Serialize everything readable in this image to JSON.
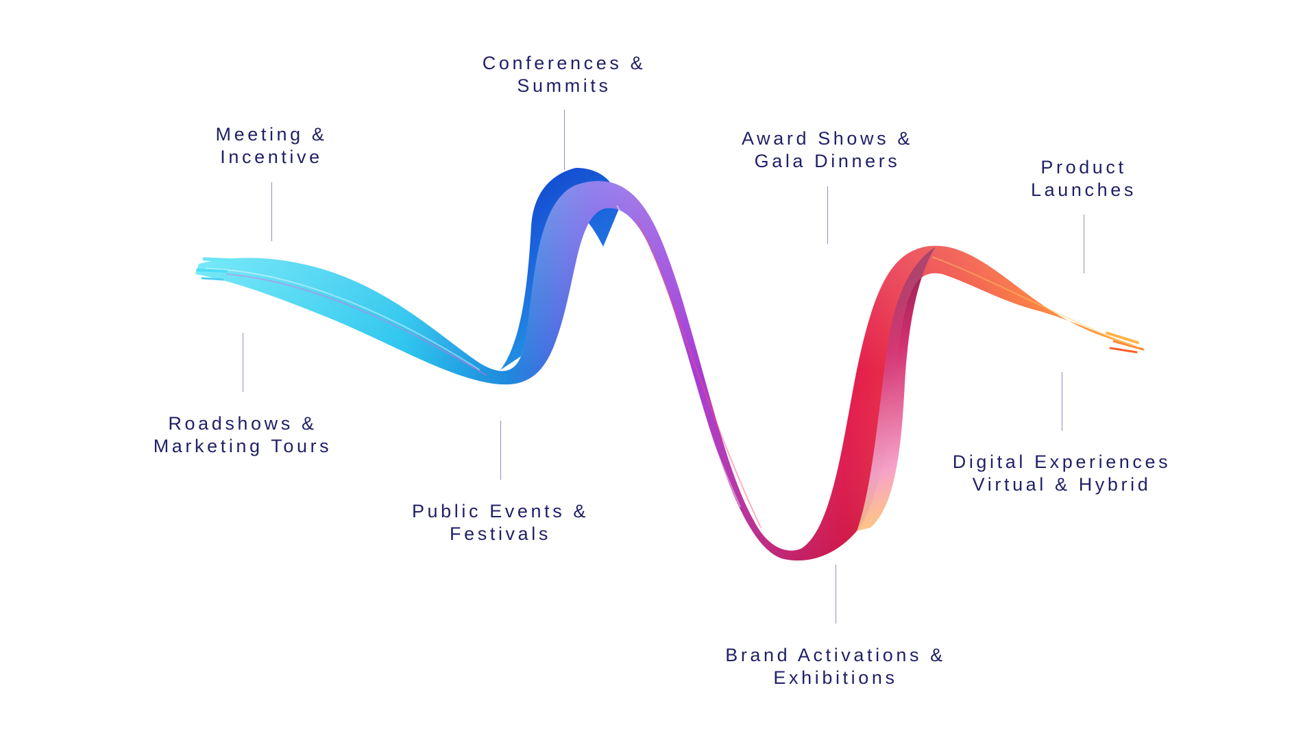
{
  "colors": {
    "label_text": "#1f1f66",
    "connector": "#8c8cc2",
    "ribbon_start": "#4fdcf5",
    "ribbon_mid_blue": "#1e4fd6",
    "ribbon_mid_purple": "#9b3fe0",
    "ribbon_mid_magenta": "#e0245e",
    "ribbon_end": "#ff9a2e"
  },
  "labels": [
    {
      "id": "meeting-incentive",
      "line1": "Meeting &",
      "line2": "Incentive"
    },
    {
      "id": "conferences-summits",
      "line1": "Conferences &",
      "line2": "Summits"
    },
    {
      "id": "award-shows-gala-dinners",
      "line1": "Award Shows &",
      "line2": "Gala Dinners"
    },
    {
      "id": "product-launches",
      "line1": "Product",
      "line2": "Launches"
    },
    {
      "id": "roadshows-marketing-tours",
      "line1": "Roadshows &",
      "line2": "Marketing Tours"
    },
    {
      "id": "public-events-festivals",
      "line1": "Public Events &",
      "line2": "Festivals"
    },
    {
      "id": "digital-experiences",
      "line1": "Digital Experiences",
      "line2": "Virtual & Hybrid"
    },
    {
      "id": "brand-activations-exhibitions",
      "line1": "Brand Activations &",
      "line2": "Exhibitions"
    }
  ]
}
